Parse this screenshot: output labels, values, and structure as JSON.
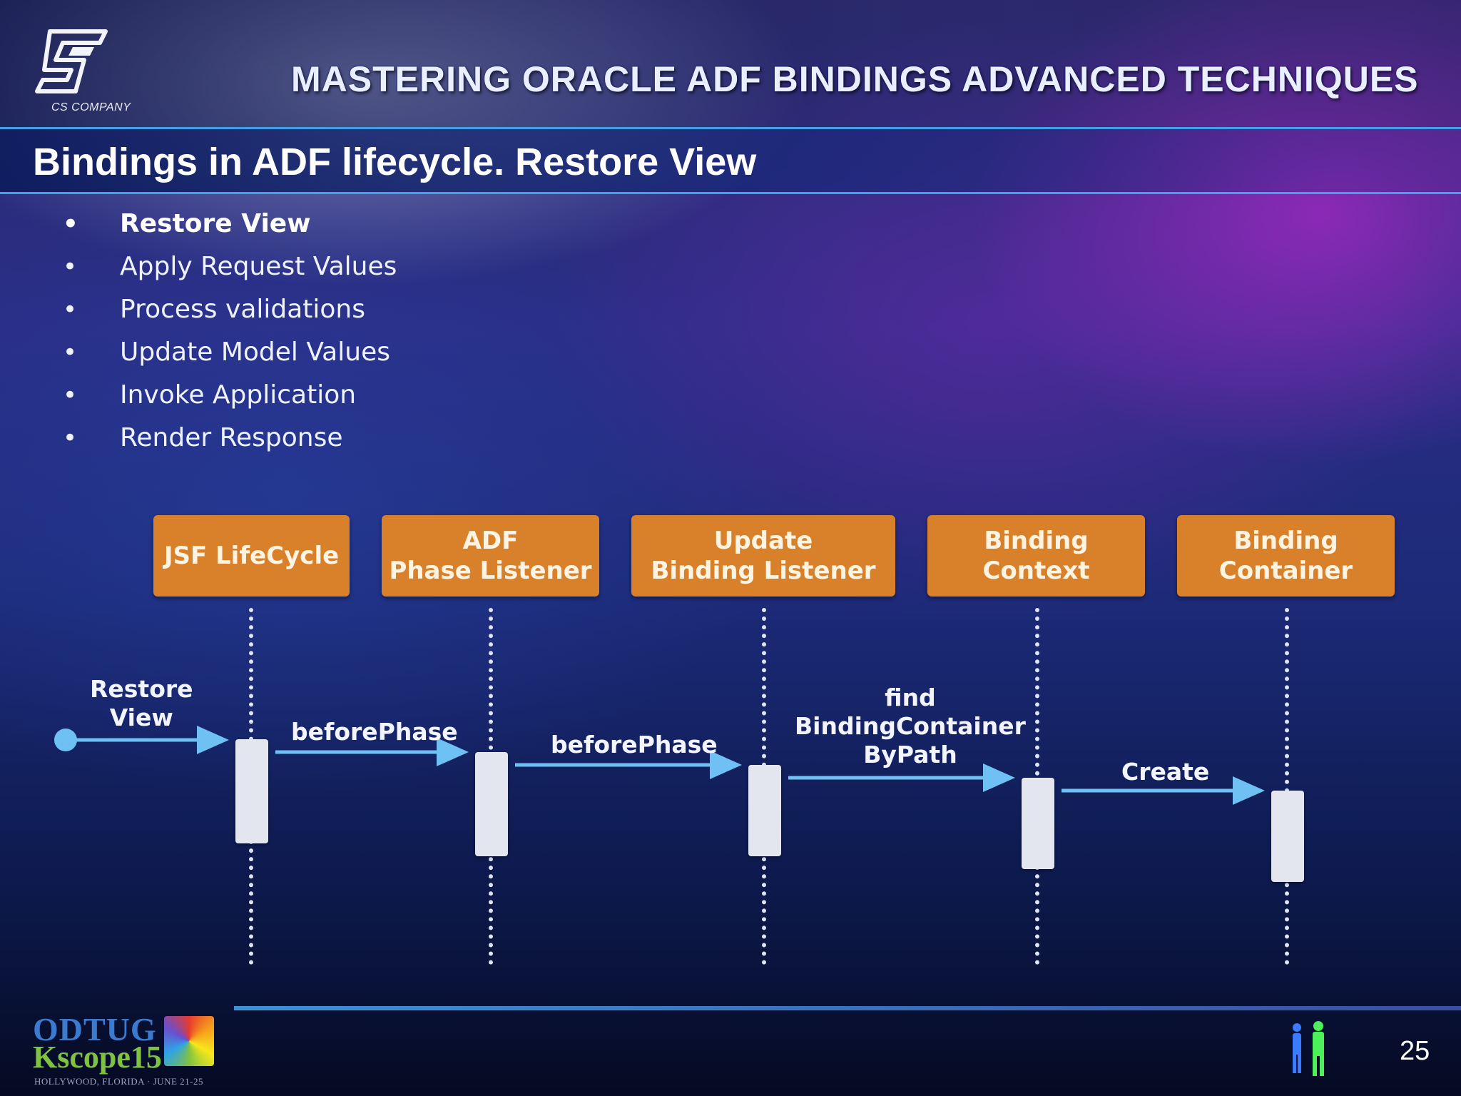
{
  "header": {
    "logo_sub": "CS COMPANY",
    "banner_title": "MASTERING ORACLE ADF BINDINGS ADVANCED TECHNIQUES"
  },
  "slide": {
    "title": "Bindings in ADF lifecycle. Restore View",
    "bullets": [
      "Restore View",
      "Apply Request Values",
      "Process validations",
      "Update Model Values",
      "Invoke Application",
      "Render Response"
    ]
  },
  "diagram": {
    "participants": [
      "JSF LifeCycle",
      "ADF\nPhase Listener",
      "Update\nBinding Listener",
      "Binding\nContext",
      "Binding\nContainer"
    ],
    "messages": [
      "Restore\nView",
      "beforePhase",
      "beforePhase",
      "find\nBindingContainer\nByPath",
      "Create"
    ],
    "colors": {
      "box": "#d9812a",
      "arrow": "#6ec1f2",
      "activation": "#e3e5ef"
    }
  },
  "footer": {
    "odtug_top": "ODTUG",
    "odtug_mid": "Kscope15",
    "odtug_sub": "HOLLYWOOD, FLORIDA · JUNE 21-25",
    "page_number": "25"
  }
}
